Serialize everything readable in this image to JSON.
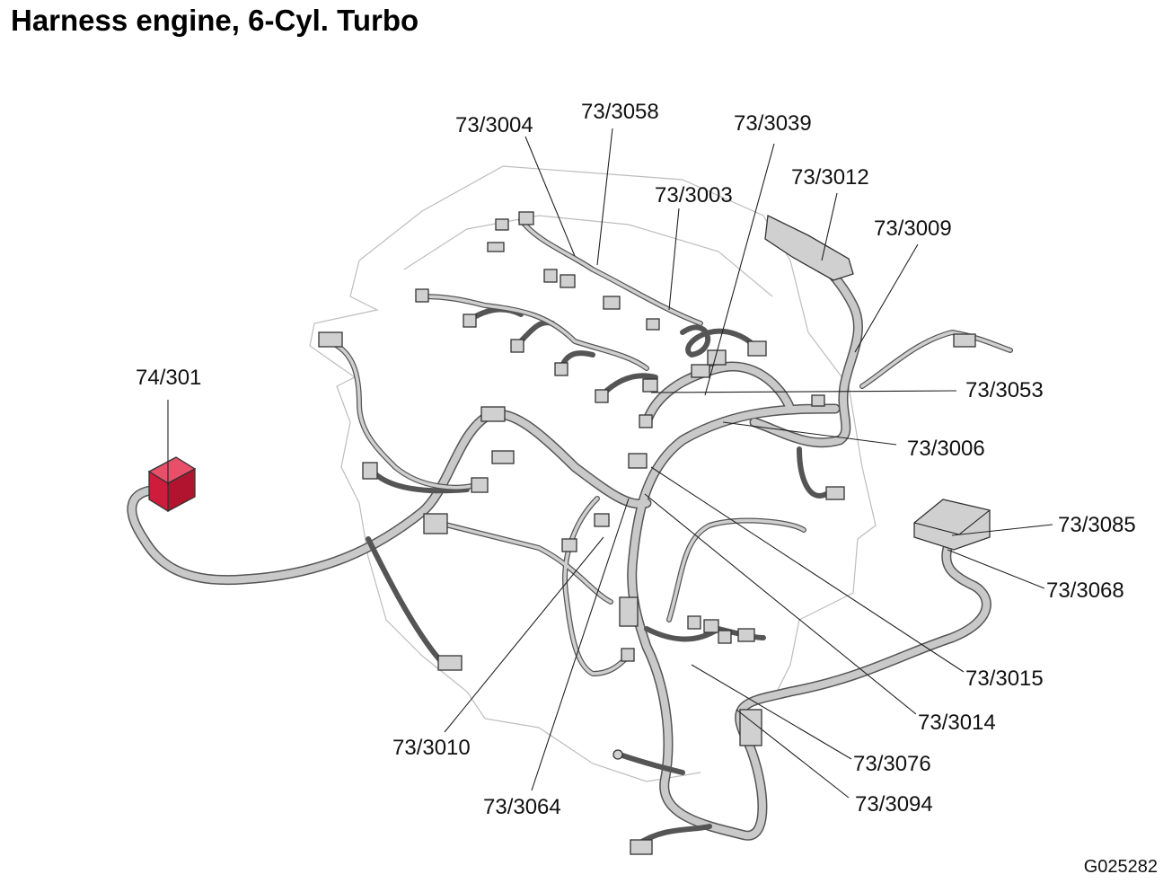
{
  "title": "Harness engine, 6-Cyl. Turbo",
  "figure_id": "G025282",
  "colors": {
    "highlight": "#d01c3c",
    "harness_fill": "#c9c9c9",
    "harness_outline": "#555555",
    "engine_outline": "#bdbdbd"
  },
  "callouts": {
    "c74_301": "74/301",
    "c73_3004": "73/3004",
    "c73_3058": "73/3058",
    "c73_3039": "73/3039",
    "c73_3003": "73/3003",
    "c73_3012": "73/3012",
    "c73_3009": "73/3009",
    "c73_3053": "73/3053",
    "c73_3006": "73/3006",
    "c73_3085": "73/3085",
    "c73_3068": "73/3068",
    "c73_3015": "73/3015",
    "c73_3014": "73/3014",
    "c73_3076": "73/3076",
    "c73_3094": "73/3094",
    "c73_3010": "73/3010",
    "c73_3064": "73/3064"
  }
}
